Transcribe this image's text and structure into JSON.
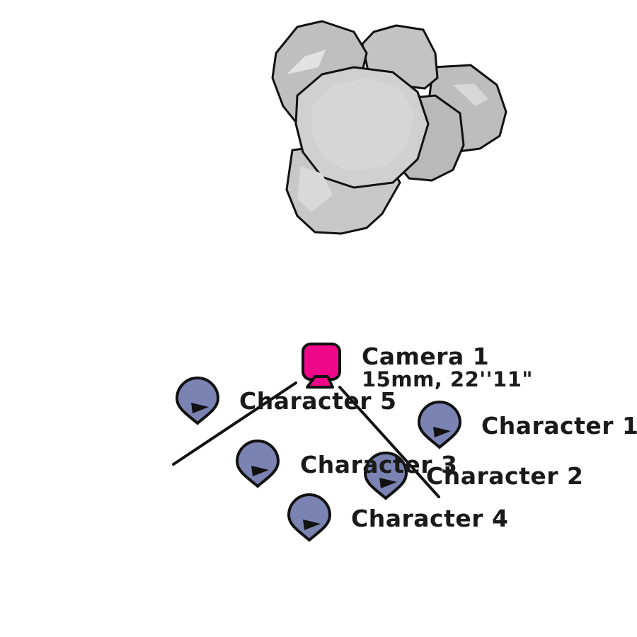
{
  "colors": {
    "camera": "#f0088a",
    "character": "#7b83b3",
    "outline": "#111111",
    "prop": "#cfcfcf"
  },
  "camera": {
    "name": "Camera 1",
    "lens": "15mm, 22''11\"",
    "icon": "camera-icon"
  },
  "characters": [
    {
      "name": "Character 1",
      "icon": "character-marker-icon"
    },
    {
      "name": "Character 2",
      "icon": "character-marker-icon"
    },
    {
      "name": "Character 3",
      "icon": "character-marker-icon"
    },
    {
      "name": "Character 4",
      "icon": "character-marker-icon"
    },
    {
      "name": "Character 5",
      "icon": "character-marker-icon"
    }
  ],
  "props": [
    {
      "icon": "tree-icon"
    }
  ]
}
